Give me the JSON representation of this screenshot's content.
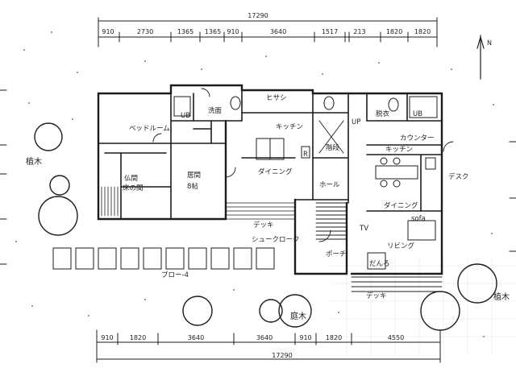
{
  "drawing": {
    "top_total": "17290",
    "bottom_total": "17290",
    "top_segments": [
      "910",
      "2730",
      "1365",
      "1365",
      "910",
      "3640",
      "1517",
      "213",
      "1820",
      "1820"
    ],
    "bottom_segments": [
      "910",
      "1820",
      "3640",
      "3640",
      "910",
      "1820",
      "4550"
    ]
  },
  "rooms": {
    "bedroom": "ベッドルーム",
    "ub_left": "UB",
    "washroom_left": "洗面",
    "storage": "ヒサシ",
    "kitchen_left": "キッチン",
    "dining_left": "ダイニング",
    "buddhist_altar": "仏間",
    "tokonoma": "床の間",
    "living_room": "居間",
    "living_size": "8帖",
    "hall_left": "ホール",
    "stairs": "階段",
    "shoe_cloak": "シュークローク",
    "porch": "ポーチ",
    "deck_left": "デッキ",
    "veranda": "ブロー-4",
    "dressing": "脱衣",
    "ub_right": "UB",
    "counter": "カウンター",
    "kitchen_right": "キッチン",
    "desk": "デスク",
    "dining_right": "ダイニング",
    "sofa": "sofa",
    "living_right": "リビング",
    "danro": "だんろ",
    "deck_right": "デッキ",
    "up": "UP",
    "tv": "TV",
    "r_mark": "R"
  },
  "garden": {
    "tree_left": "植木",
    "tree_right": "植木",
    "tree_bottom": "庭木"
  },
  "north_marker": "N"
}
